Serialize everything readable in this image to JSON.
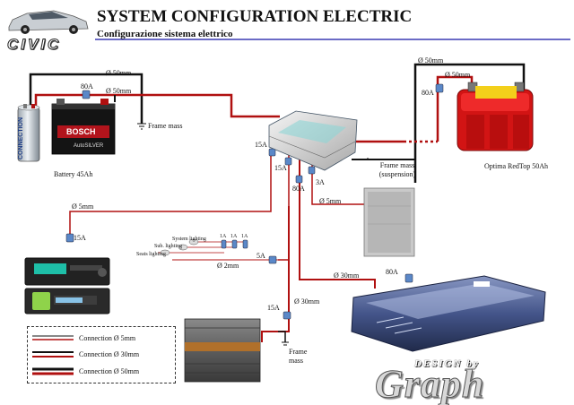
{
  "header": {
    "title": "SYSTEM CONFIGURATION ELECTRIC",
    "subtitle": "Configurazione sistema elettrico",
    "car_logo": "CIVIC"
  },
  "labels": {
    "wire_50mm_top": "Ø 50mm",
    "fuse_80a_left": "80A",
    "wire_50mm_left": "Ø 50mm",
    "frame_mass_battery": "Frame mass",
    "battery_label": "Battery 45Ah",
    "battery_brand": "BOSCH",
    "battery_model": "AutoSILVER",
    "capacitor_brand": "CONNECTION",
    "wire_50mm_right_top": "Ø 50mm",
    "wire_50mm_right": "Ø 50mm",
    "fuse_80a_right": "80A",
    "optima_label": "Optima RedTop 50Ah",
    "frame_mass_suspension": "Frame mass (suspension)",
    "fuse_15a_a": "15A",
    "fuse_15a_b": "15A",
    "fuse_80a_dist": "80A",
    "fuse_3a": "3A",
    "wire_5mm_dist": "Ø 5mm",
    "wire_5mm_left": "Ø 5mm",
    "fuse_15a_headunit": "15A",
    "system_lighting": "System lighting",
    "sub_lighting": "Sub. lighting",
    "seats_lighting": "Seats lighting",
    "fuse_1a_a": "1A",
    "fuse_1a_b": "1A",
    "fuse_1a_c": "1A",
    "fuse_5a": "5A",
    "wire_2mm": "Ø 2mm",
    "wire_30mm_main": "Ø 30mm",
    "fuse_80a_amp": "80A",
    "wire_30mm_vertical": "Ø 30mm",
    "fuse_15a_lower": "15A",
    "frame_mass_amp": "Frame mass"
  },
  "legend": {
    "items": [
      {
        "label": "Connection Ø 5mm",
        "color": "#b01010"
      },
      {
        "label": "Connection Ø 30mm",
        "color": "#b01010"
      },
      {
        "label": "Connection Ø 50mm",
        "color": "#b01010"
      }
    ]
  },
  "branding": {
    "design_by": "DESIGN by",
    "graph": "Graph"
  },
  "colors": {
    "positive_wire": "#b01010",
    "ground_wire": "#111111",
    "optima_red": "#d21414",
    "amp_blue": "#3a4c7a"
  }
}
